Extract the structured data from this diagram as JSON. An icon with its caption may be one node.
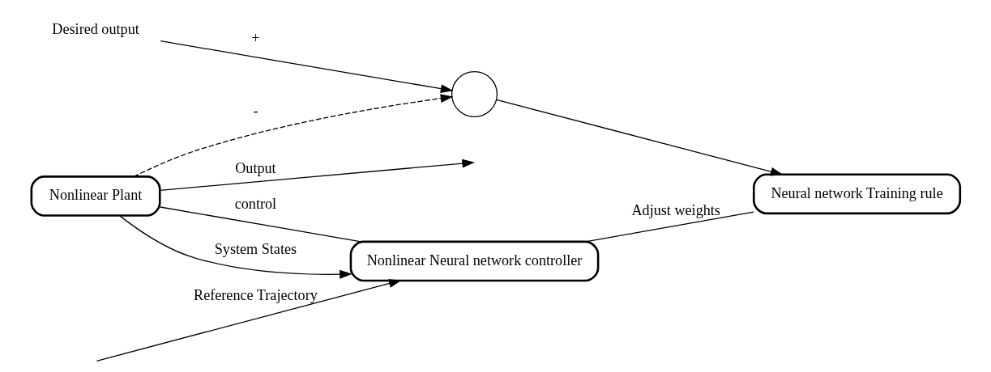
{
  "diagram": {
    "nodes": [
      {
        "text": [
          "Neural network Training rule"
        ]
      },
      {
        "text": [],
        "shape": "circle"
      },
      {
        "text": [
          "Nonlinear Neural network controller"
        ]
      },
      {
        "text": [
          "Nonlinear Plant"
        ]
      },
      {
        "text": [
          "Desired output"
        ]
      }
    ],
    "edges": [
      {
        "from": 4,
        "to": 1,
        "arrow": "to",
        "label": "+"
      },
      {
        "from": 1,
        "to": 0,
        "arrow": "to"
      },
      {
        "from": 2,
        "to": 0,
        "arrow": "none",
        "label": "Adjust weights"
      },
      {
        "from": null,
        "to": 2,
        "arrow": "to",
        "label": "Reference Trajectory"
      },
      {
        "from": 2,
        "to": 3,
        "arrow": "none",
        "label": "control"
      },
      {
        "from": 3,
        "to": null,
        "arrow": "to",
        "label": "Output"
      },
      {
        "from": 3,
        "to": 1,
        "arrow": "to",
        "label": "-",
        "style": "dashed"
      },
      {
        "from": 3,
        "to": 2,
        "arrow": "to",
        "label": "System States"
      }
    ]
  }
}
